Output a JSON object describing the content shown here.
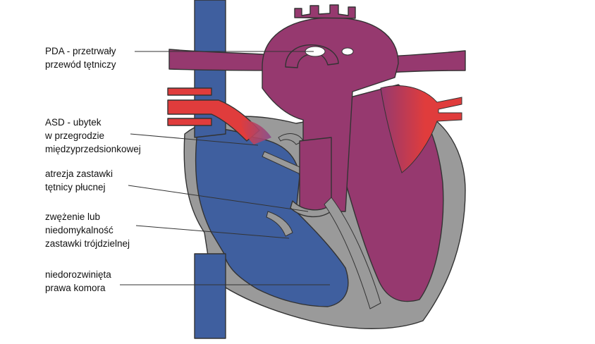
{
  "labels": [
    {
      "id": "pda",
      "lines": [
        "PDA - przetrwały",
        "przewód tętniczy"
      ]
    },
    {
      "id": "asd",
      "lines": [
        "ASD - ubytek",
        "w przegrodzie",
        "międzyprzedsionkowej"
      ]
    },
    {
      "id": "pulmonary-atresia",
      "lines": [
        "atrezja zastawki",
        "tętnicy płucnej"
      ]
    },
    {
      "id": "tricuspid",
      "lines": [
        "zwężenie lub",
        "niedomykalność",
        "zastawki trójdzielnej"
      ]
    },
    {
      "id": "hypoplastic-rv",
      "lines": [
        "niedorozwinięta",
        "prawa komora"
      ]
    }
  ],
  "colors": {
    "deoxygenated": "#3f5f9f",
    "mixed": "#96396f",
    "oxygenated": "#e03c3c",
    "wall": "#9a9a9a",
    "outline": "#333333",
    "leader": "#333333"
  }
}
